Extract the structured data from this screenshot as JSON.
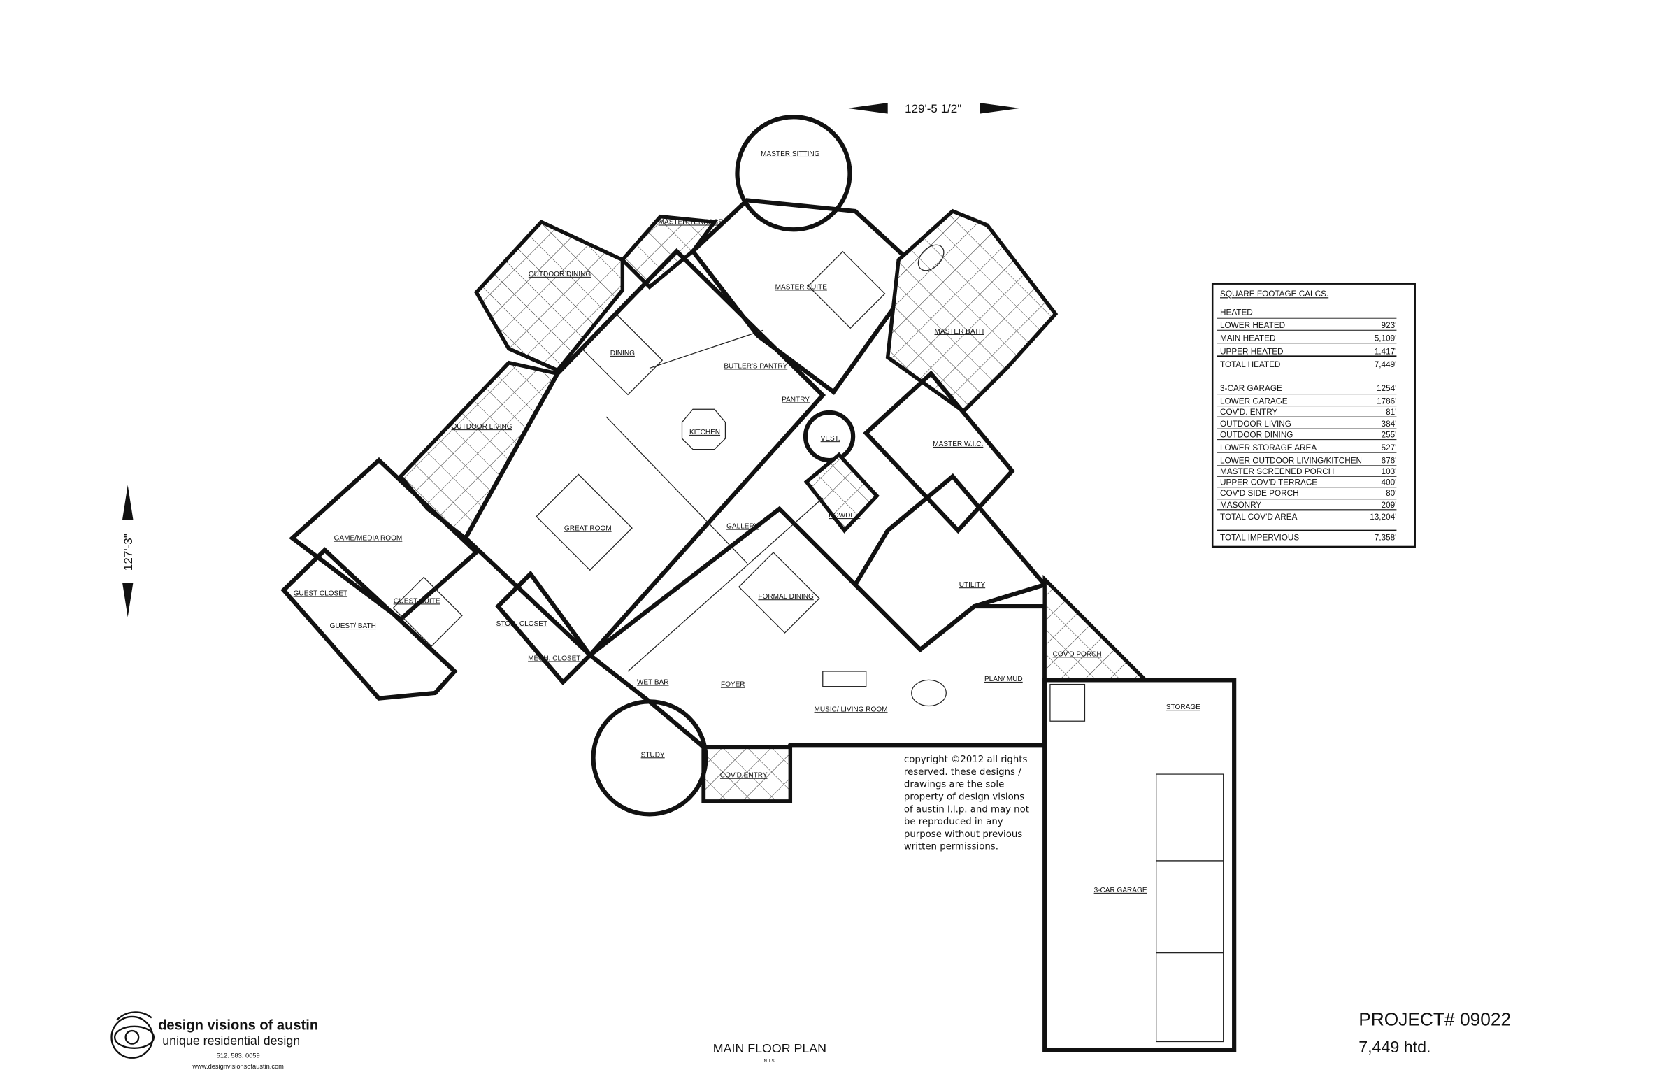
{
  "dimensions": {
    "width_label": "129'-5 1/2\"",
    "height_label": "127'-3\""
  },
  "rooms": {
    "master_sitting": "MASTER SITTING",
    "master_terrace": "MASTER TERRACE",
    "outdoor_dining": "OUTDOOR DINING",
    "master_suite": "MASTER SUITE",
    "dining": "DINING",
    "butlers_pantry": "BUTLER'S PANTRY",
    "pantry": "PANTRY",
    "kitchen": "KITCHEN",
    "vest": "VEST.",
    "master_bath": "MASTER BATH",
    "master_wic": "MASTER W.I.C.",
    "outdoor_living": "OUTDOOR LIVING",
    "great_room": "GREAT ROOM",
    "gallery": "GALLERY",
    "powder": "POWDER",
    "game_media": "GAME/MEDIA ROOM",
    "utility": "UTILITY",
    "formal_dining": "FORMAL DINING",
    "guest_closet": "GUEST CLOSET",
    "guest_suite": "GUEST SUITE",
    "guest_bath": "GUEST/ BATH",
    "stor_closet": "STOR. CLOSET",
    "mech_closet": "MECH. CLOSET",
    "covd_porch": "COV'D PORCH",
    "plan_mud": "PLAN/ MUD",
    "wet_bar": "WET BAR",
    "foyer": "FOYER",
    "music_living": "MUSIC/ LIVING ROOM",
    "storage": "STORAGE",
    "study": "STUDY",
    "covd_entry": "COV'D ENTRY",
    "garage": "3-CAR GARAGE"
  },
  "table": {
    "title": "SQUARE FOOTAGE CALCS.",
    "heated_header": "HEATED",
    "heated": [
      {
        "label": "LOWER HEATED",
        "value": "923'"
      },
      {
        "label": "MAIN HEATED",
        "value": "5,109'"
      },
      {
        "label": "UPPER HEATED",
        "value": "1,417'"
      },
      {
        "label": "TOTAL HEATED",
        "value": "7,449'"
      }
    ],
    "other": [
      {
        "label": "3-CAR GARAGE",
        "value": "1254'"
      },
      {
        "label": "LOWER GARAGE",
        "value": "1786'"
      },
      {
        "label": "COV'D. ENTRY",
        "value": "81'"
      },
      {
        "label": "OUTDOOR LIVING",
        "value": "384'"
      },
      {
        "label": "OUTDOOR DINING",
        "value": "255'"
      },
      {
        "label": "LOWER STORAGE AREA",
        "value": "527'"
      },
      {
        "label": "LOWER OUTDOOR LIVING/KITCHEN",
        "value": "676'"
      },
      {
        "label": "MASTER SCREENED PORCH",
        "value": "103'"
      },
      {
        "label": "UPPER COV'D TERRACE",
        "value": "400'"
      },
      {
        "label": "COV'D SIDE PORCH",
        "value": "80'"
      },
      {
        "label": "MASONRY",
        "value": "209'"
      },
      {
        "label": "TOTAL COV'D AREA",
        "value": "13,204'"
      }
    ],
    "impervious": {
      "label": "TOTAL IMPERVIOUS",
      "value": "7,358'"
    }
  },
  "copyright": [
    "copyright ©2012 all rights",
    "reserved.  these designs /",
    "drawings are the sole",
    "property of design visions",
    "of austin l.l.p. and may not",
    "be reproduced in any",
    "purpose without previous",
    "written permissions."
  ],
  "logo": {
    "name": "design visions of austin",
    "tagline": "unique residential design",
    "phone": "512. 583. 0059",
    "website": "www.designvisionsofaustin.com"
  },
  "plan_title": "MAIN FLOOR PLAN",
  "plan_scale": "N.T.S.",
  "project": {
    "number": "PROJECT# 09022",
    "heated": "7,449 htd."
  }
}
